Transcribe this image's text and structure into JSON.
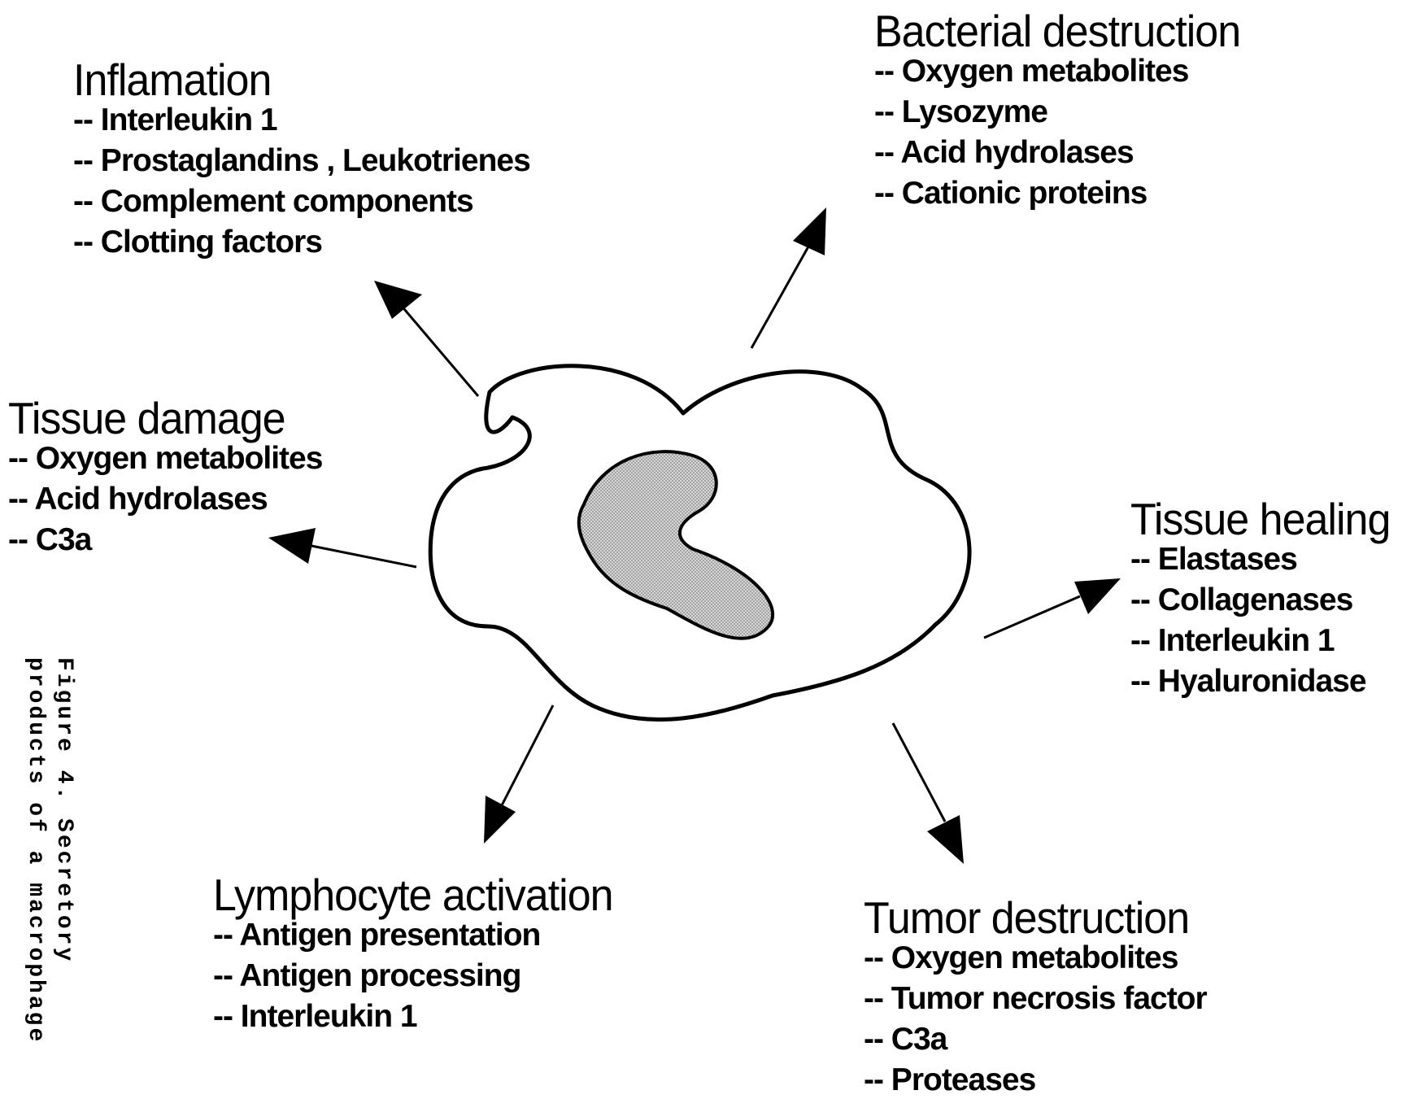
{
  "figure": {
    "caption_line1": "Figure 4.  Secretory",
    "caption_line2": "products of a macrophage"
  },
  "blocks": [
    {
      "key": "inflamation",
      "title": "Inflamation",
      "items": [
        "-- Interleukin 1",
        "-- Prostaglandins , Leukotrienes",
        "-- Complement components",
        "-- Clotting factors"
      ]
    },
    {
      "key": "bacterial-destruction",
      "title": "Bacterial destruction",
      "items": [
        "-- Oxygen metabolites",
        "-- Lysozyme",
        "-- Acid hydrolases",
        "-- Cationic proteins"
      ]
    },
    {
      "key": "tissue-damage",
      "title": "Tissue damage",
      "items": [
        "-- Oxygen metabolites",
        "-- Acid hydrolases",
        "-- C3a"
      ]
    },
    {
      "key": "tissue-healing",
      "title": "Tissue healing",
      "items": [
        "-- Elastases",
        "-- Collagenases",
        "-- Interleukin 1",
        "-- Hyaluronidase"
      ]
    },
    {
      "key": "lymphocyte-activation",
      "title": "Lymphocyte activation",
      "items": [
        "-- Antigen presentation",
        "-- Antigen processing",
        "-- Interleukin 1"
      ]
    },
    {
      "key": "tumor-destruction",
      "title": "Tumor destruction",
      "items": [
        "-- Oxygen metabolites",
        "-- Tumor necrosis factor",
        "-- C3a",
        "-- Proteases"
      ]
    }
  ],
  "colors": {
    "line": "#000000",
    "nucleus_fill": "#c8c8c8",
    "background": "#ffffff"
  }
}
